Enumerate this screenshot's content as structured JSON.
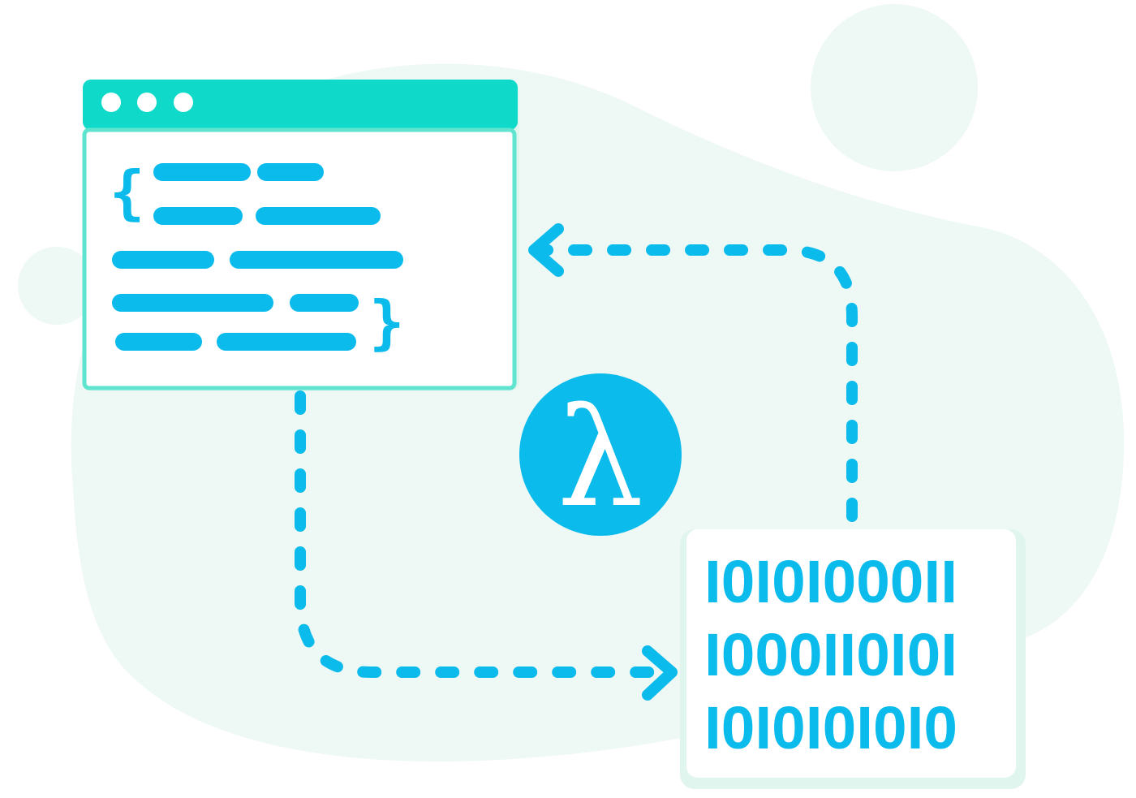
{
  "code_window": {
    "open_brace": "{",
    "close_brace": "}"
  },
  "lambda_badge": {
    "symbol": "λ"
  },
  "binary_box": {
    "lines": [
      "I0I0I000II",
      "I000II0I0I",
      "I0I0I0I0I0"
    ]
  },
  "colors": {
    "primary": "#0bbbec",
    "window_header": "#0fd9c8",
    "window_border": "#5ee4cf",
    "backdrop": "#eef8f5",
    "shadow": "#e1f5ef"
  }
}
